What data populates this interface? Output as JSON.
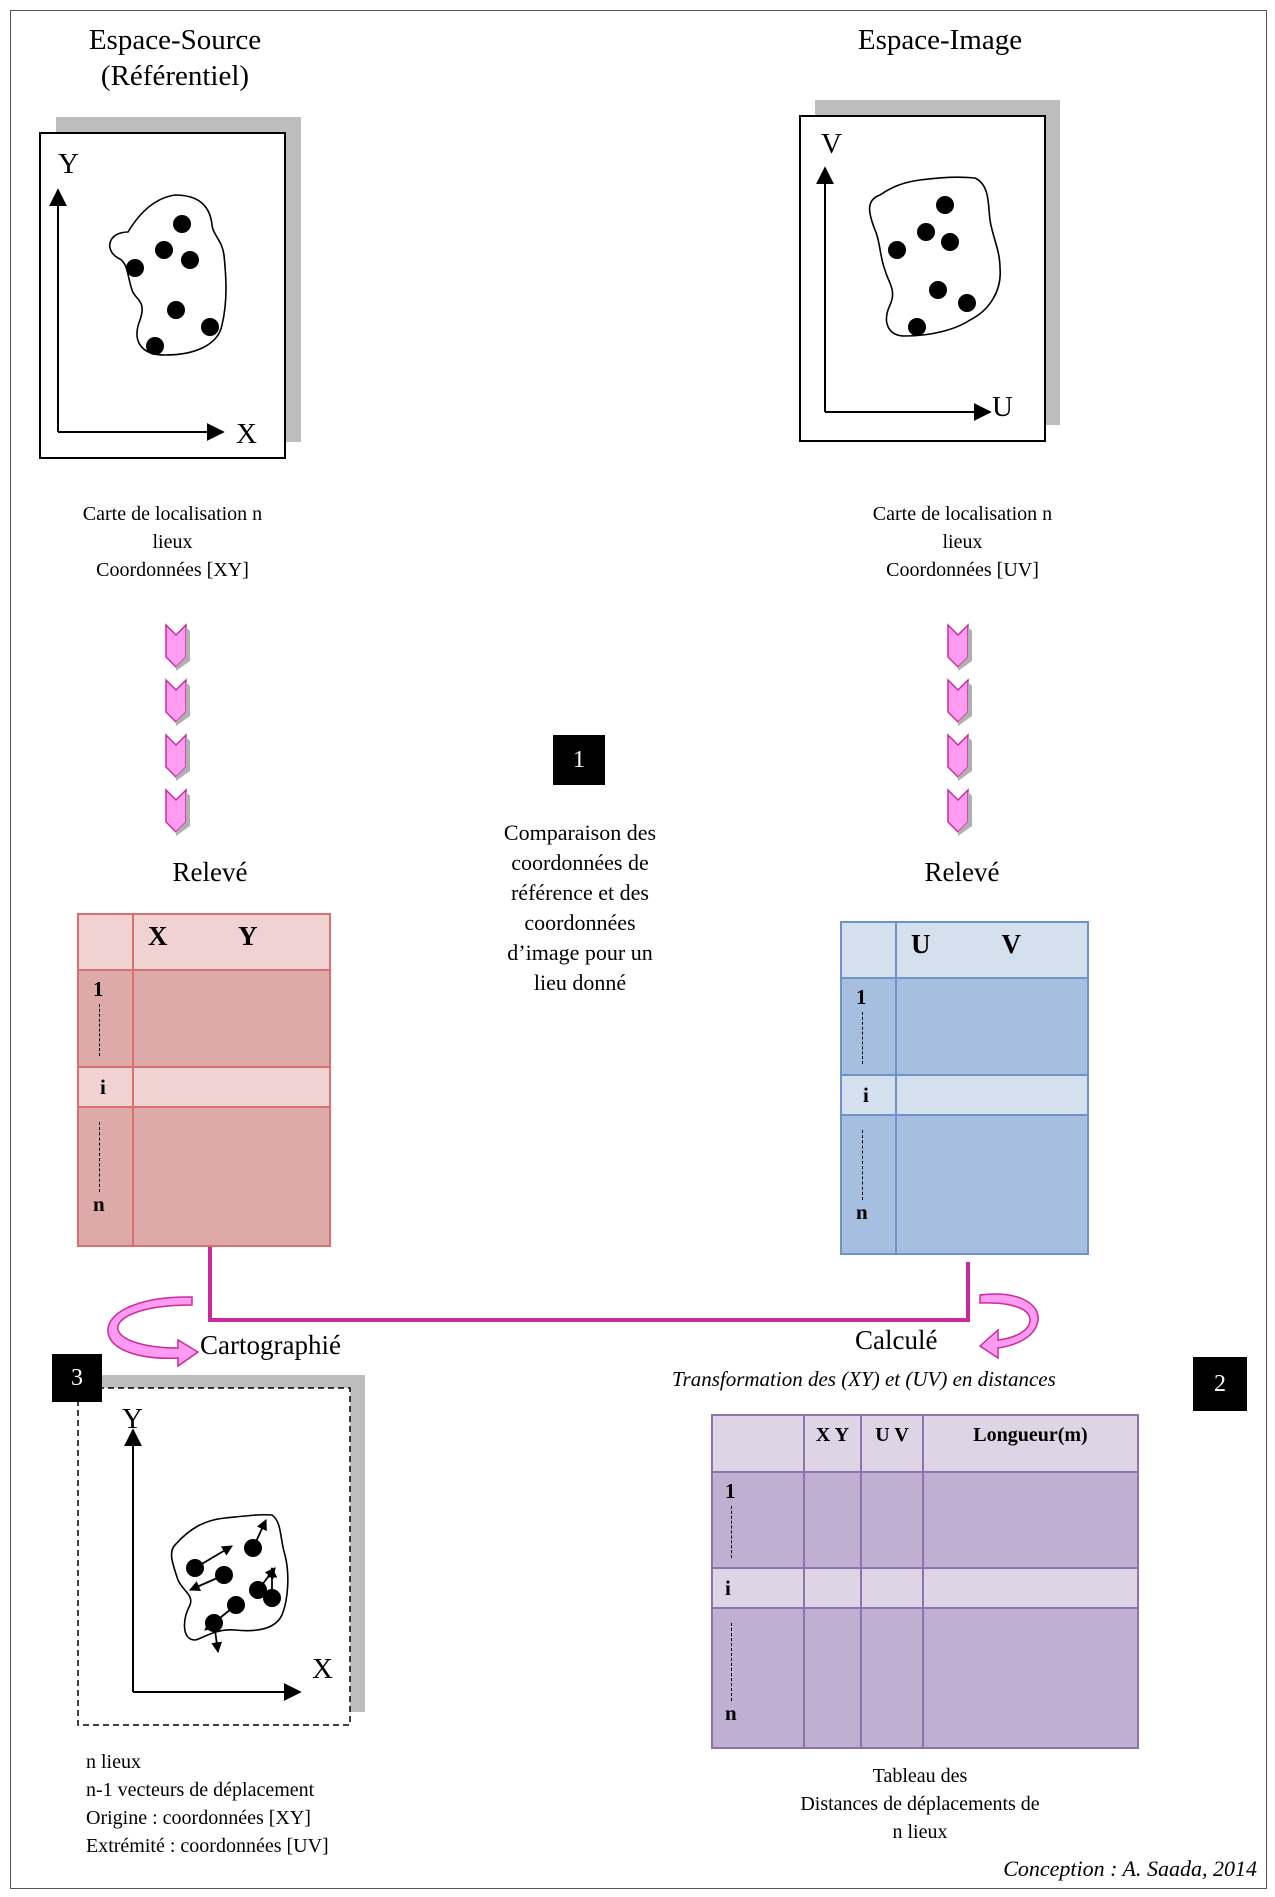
{
  "left": {
    "title_line1": "Espace-Source",
    "title_line2": "(Référentiel)",
    "axis_y": "Y",
    "axis_x": "X",
    "caption_lines": [
      "Carte de localisation n",
      "lieux",
      "Coordonnées [XY]"
    ],
    "step_label": "Relevé",
    "table": {
      "headers": [
        "X",
        "Y"
      ],
      "rows": [
        "1",
        "i",
        "n"
      ]
    }
  },
  "right": {
    "title": "Espace-Image",
    "axis_y": "V",
    "axis_x": "U",
    "caption_lines": [
      "Carte de localisation n",
      "lieux",
      "Coordonnées [UV]"
    ],
    "step_label": "Relevé",
    "table": {
      "headers": [
        "U",
        "V"
      ],
      "rows": [
        "1",
        "i",
        "n"
      ]
    }
  },
  "center": {
    "badge": "1",
    "text_lines": [
      "Comparaison des",
      "coordonnées de",
      "référence et des",
      "coordonnées",
      "d’image pour un",
      "lieu donné"
    ]
  },
  "bottom_left": {
    "badge": "3",
    "label": "Cartographié",
    "axis_y": "Y",
    "axis_x": "X",
    "caption_lines": [
      "n lieux",
      "n-1 vecteurs de déplacement",
      "Origine : coordonnées [XY]",
      "Extrémité : coordonnées [UV]"
    ]
  },
  "bottom_right": {
    "badge": "2",
    "label": "Calculé",
    "subtitle": "Transformation des (XY) et (UV) en distances",
    "table": {
      "headers": [
        "X Y",
        "U V",
        "Longueur(m)"
      ],
      "rows": [
        "1",
        "i",
        "n"
      ]
    },
    "caption_lines": [
      "Tableau des",
      "Distances de déplacements de",
      "n lieux"
    ]
  },
  "credit": "Conception : A. Saada, 2014",
  "colors": {
    "pink_header": "#f0d2d2",
    "pink_body": "#dea9a9",
    "pink_border": "#d8706f",
    "blue_header": "#d5e0ef",
    "blue_body": "#a6bedf",
    "blue_border": "#6d93c9",
    "purple_header": "#ddd5e6",
    "purple_body": "#bfb0d1",
    "purple_border": "#8e72ad",
    "magenta": "#cc2a9c",
    "arrow_fill": "#ff9bf0"
  }
}
